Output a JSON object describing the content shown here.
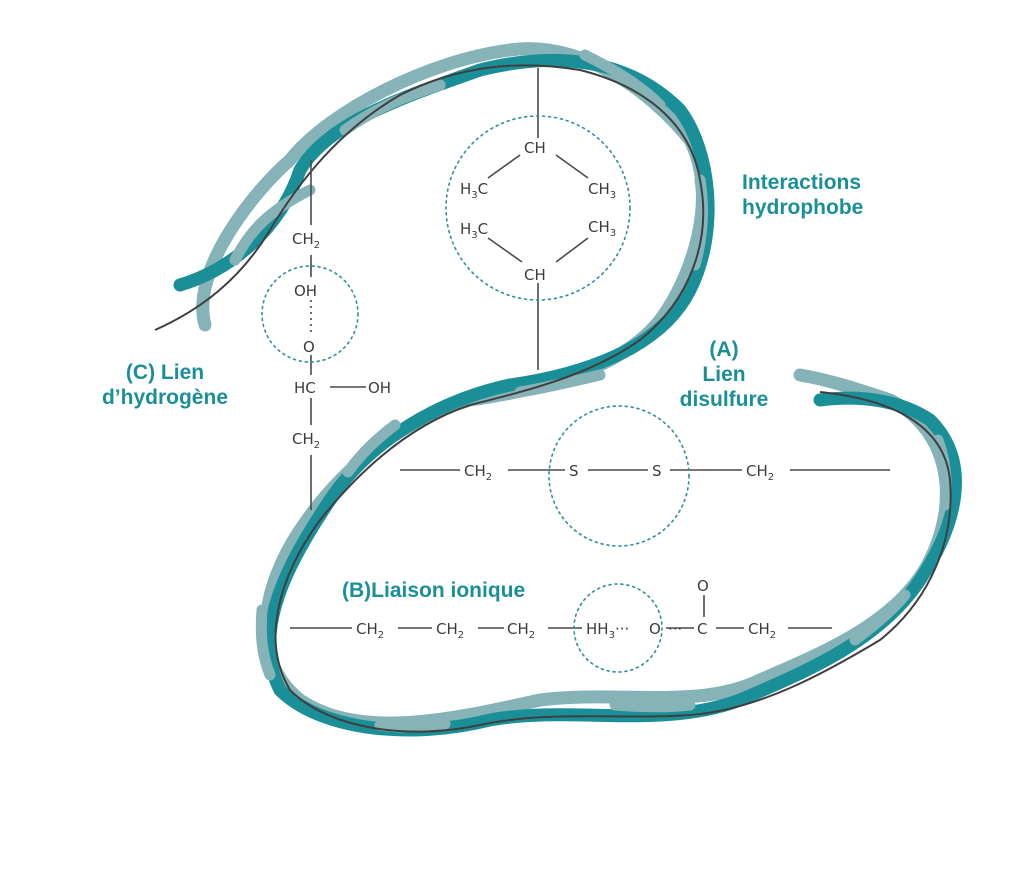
{
  "labels": {
    "hydrophobe_line1": "Interactions",
    "hydrophobe_line2": "hydrophobe",
    "disulfure_line1": "(A)",
    "disulfure_line2": "Lien",
    "disulfure_line3": "disulfure",
    "hydrogene_line1": "(C) Lien",
    "hydrogene_line2": "d’hydrogène",
    "ionique": "(B)Liaison ionique"
  },
  "chem": {
    "ch": "CH",
    "h3c_left": "H",
    "c": "C",
    "ch_main": "CH",
    "sub2": "2",
    "sub3": "3",
    "oh": "OH",
    "o": "O",
    "hc": "HC",
    "s": "S",
    "hh": "HH",
    "dots": "···",
    "dots2": "···"
  },
  "colors": {
    "ribbon_dark": "#1b8f98",
    "ribbon_light": "#86b3b8",
    "backbone": "#3f3f3f",
    "label": "#1b8f98"
  }
}
